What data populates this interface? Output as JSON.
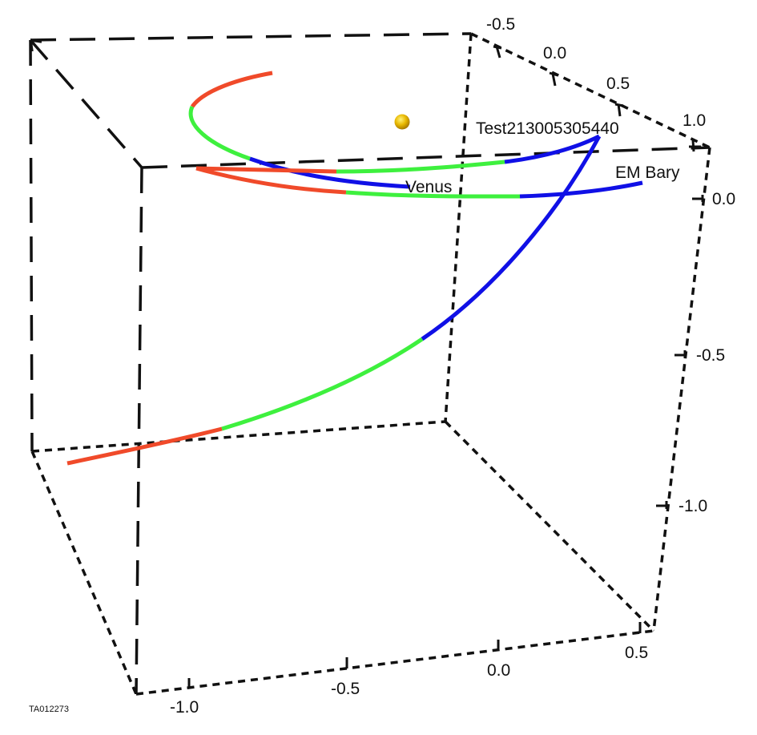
{
  "figure": {
    "id_label": "TA012273",
    "description": "3D orbit plot in a perspective bounding box with trajectory segments colored red, green and blue"
  },
  "colors": {
    "segment_red": "#f04a2a",
    "segment_green": "#3ef03e",
    "segment_blue": "#1010e6",
    "sun": "#e8b800",
    "frame": "#111111"
  },
  "axes": {
    "top_axis": {
      "tick_labels": [
        "-0.5",
        "0.0",
        "0.5",
        "1.0"
      ]
    },
    "right_axis": {
      "tick_labels": [
        "0.0",
        "-0.5",
        "-1.0"
      ]
    },
    "bottom_axis": {
      "tick_labels": [
        "-1.0",
        "-0.5",
        "0.0",
        "0.5"
      ]
    }
  },
  "bodies": {
    "sun": {
      "name": "Sun",
      "label": ""
    },
    "venus": {
      "name": "Venus",
      "label": "Venus"
    },
    "em_bary": {
      "name": "EM Bary",
      "label": "EM Bary"
    },
    "spacecraft": {
      "name": "Test213005305440",
      "label": "Test213005305440"
    }
  },
  "trajectories": [
    {
      "name": "Venus orbit",
      "segments": [
        "red",
        "green",
        "blue"
      ]
    },
    {
      "name": "EM Bary orbit",
      "segments": [
        "red",
        "green",
        "blue"
      ]
    },
    {
      "name": "Test213005305440 trajectory",
      "segments": [
        "red",
        "green",
        "blue"
      ]
    }
  ]
}
